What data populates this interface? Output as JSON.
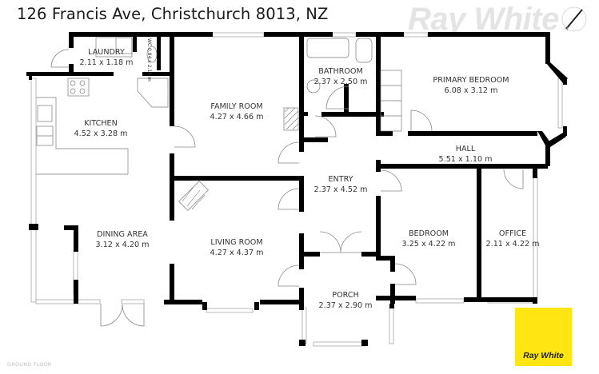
{
  "header": {
    "address": "126 Francis Ave, Christchurch 8013, NZ",
    "watermark": "Ray White"
  },
  "compass": {
    "label": "N",
    "icon": "north-arrow-icon"
  },
  "floor": {
    "label": "GROUND FLOOR"
  },
  "rooms": [
    {
      "id": "laundry",
      "name": "LAUNDRY",
      "dims": "2.11 x 1.18 m"
    },
    {
      "id": "wc",
      "name": "WC",
      "dims": "0.84 x 2.18 m"
    },
    {
      "id": "kitchen",
      "name": "KITCHEN",
      "dims": "4.52 x 3.28 m"
    },
    {
      "id": "family_room",
      "name": "FAMILY ROOM",
      "dims": "4.27 x 4.66 m"
    },
    {
      "id": "bathroom",
      "name": "BATHROOM",
      "dims": "2.37 x 2.50 m"
    },
    {
      "id": "primary_bedroom",
      "name": "PRIMARY BEDROOM",
      "dims": "6.08 x 3.12 m"
    },
    {
      "id": "hall",
      "name": "HALL",
      "dims": "5.51 x 1.10 m"
    },
    {
      "id": "entry",
      "name": "ENTRY",
      "dims": "2.37 x 4.52 m"
    },
    {
      "id": "dining_area",
      "name": "DINING AREA",
      "dims": "3.12 x 4.20 m"
    },
    {
      "id": "living_room",
      "name": "LIVING ROOM",
      "dims": "4.27 x 4.37 m"
    },
    {
      "id": "bedroom",
      "name": "BEDROOM",
      "dims": "3.25 x 4.22 m"
    },
    {
      "id": "office",
      "name": "OFFICE",
      "dims": "2.11 x 4.22 m"
    },
    {
      "id": "porch",
      "name": "PORCH",
      "dims": "2.37 x 2.90 m"
    }
  ],
  "wc_label": "WC 0.84 x 2.18 m",
  "brand": {
    "logo_text": "Ray White",
    "color": "#FFE512"
  },
  "colors": {
    "wall": "#000000",
    "fixture": "#7a7a7a",
    "text": "#333333"
  }
}
